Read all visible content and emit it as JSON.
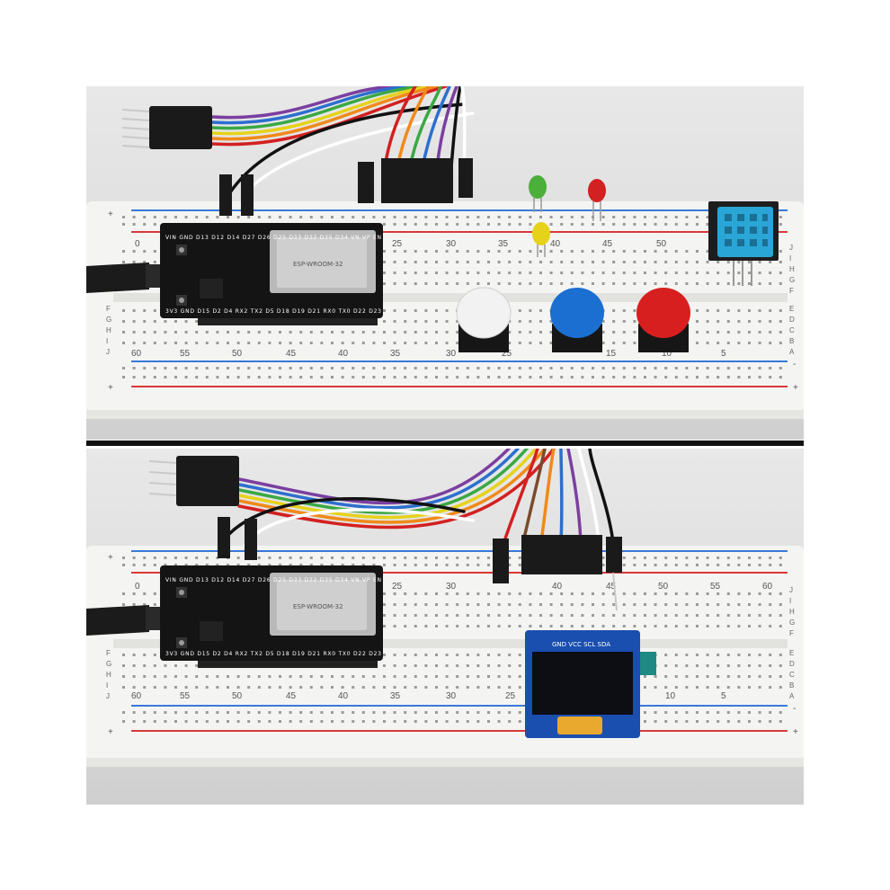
{
  "top_scene": {
    "column_numbers_top": [
      "0",
      "25",
      "30",
      "35",
      "40",
      "45",
      "50"
    ],
    "column_numbers_bottom": [
      "60",
      "55",
      "50",
      "45",
      "40",
      "35",
      "30",
      "25",
      "15",
      "10",
      "5"
    ],
    "row_letters_left": [
      "F",
      "G",
      "H",
      "I",
      "J"
    ],
    "row_letters_right": [
      "J",
      "I",
      "H",
      "G",
      "F"
    ],
    "row_letters_right_lower": [
      "E",
      "D",
      "C",
      "B",
      "A"
    ],
    "esp32_top_pins": "VIN GND D13 D12 D14 D27 D26 D25 D33 D32 D35 D34 VN VP EN",
    "esp32_bottom_pins": "3V3 GND D15 D2 D4 RX2 TX2 D5 D18 D19 D21 RX0 TX0 D22 D23",
    "module_label": "ESP-WROOM-32",
    "led_colors": [
      "#4caf3a",
      "#d32020",
      "#e6d21a"
    ],
    "button_cap_colors": [
      "#f2f2f2",
      "#1a6fd1",
      "#d81f1f"
    ],
    "sensor_color": "#2aa6d6",
    "rail_plus": "+",
    "rail_minus": "-"
  },
  "bottom_scene": {
    "column_numbers_top": [
      "0",
      "25",
      "30",
      "40",
      "45",
      "50",
      "55",
      "60"
    ],
    "column_numbers_bottom": [
      "60",
      "55",
      "50",
      "45",
      "40",
      "35",
      "30",
      "25",
      "10",
      "5"
    ],
    "row_letters_left": [
      "F",
      "G",
      "H",
      "I",
      "J"
    ],
    "row_letters_right": [
      "J",
      "I",
      "H",
      "G",
      "F"
    ],
    "row_letters_right_lower": [
      "E",
      "D",
      "C",
      "B",
      "A"
    ],
    "esp32_top_pins": "VIN GND D13 D12 D14 D27 D26 D25 D33 D32 D35 D34 VN VP EN",
    "esp32_bottom_pins": "3V3 GND D15 D2 D4 RX2 TX2 D5 D18 D19 D21 RX0 TX0 D22 D23",
    "module_label": "ESP-WROOM-32",
    "oled_pins": "GND VCC SCL SDA",
    "oled_pcb_color": "#1a4fb0",
    "rail_plus": "+",
    "rail_minus": "-"
  }
}
